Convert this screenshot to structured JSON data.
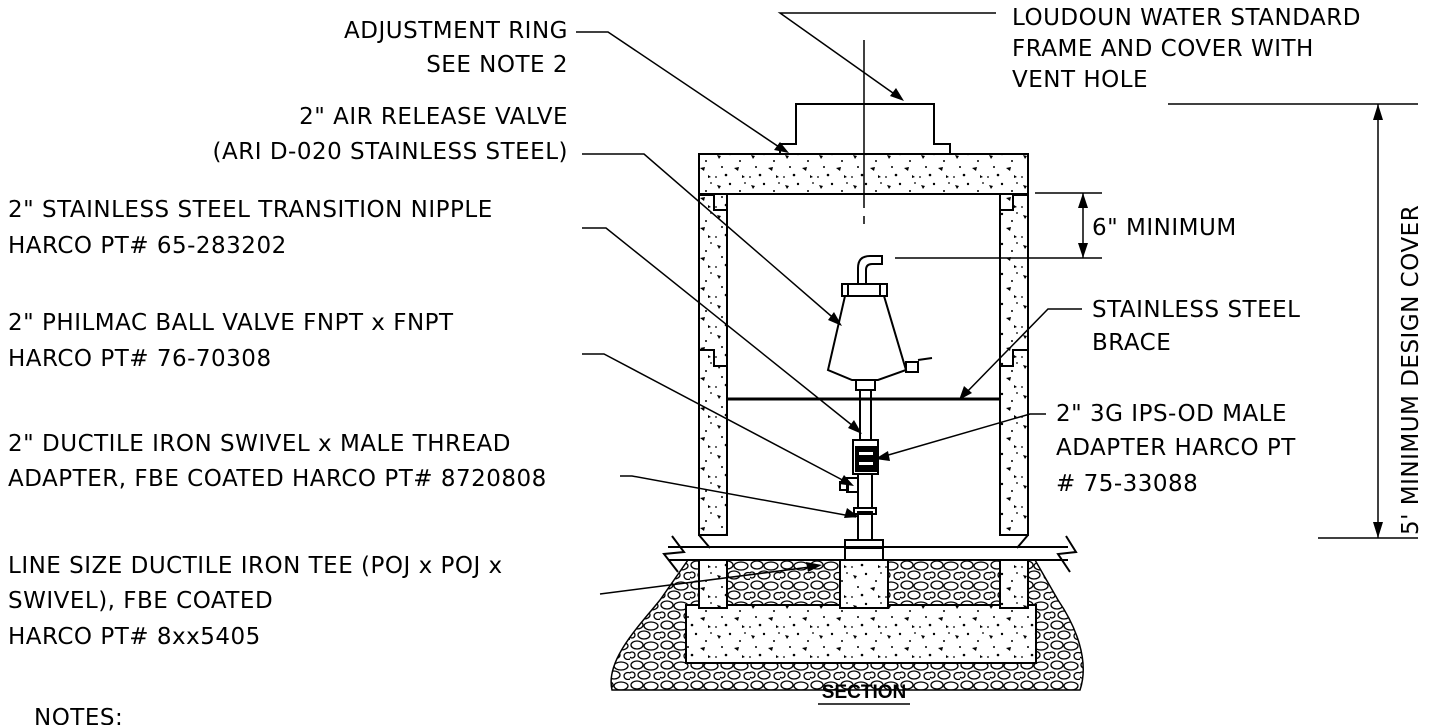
{
  "labels": {
    "adjustment_ring_1": "ADJUSTMENT RING",
    "adjustment_ring_2": "SEE NOTE 2",
    "arv_1": "2\" AIR RELEASE VALVE",
    "arv_2": "(ARI D-020 STAINLESS STEEL)",
    "nipple_1": "2\" STAINLESS STEEL TRANSITION NIPPLE",
    "nipple_2": "HARCO PT# 65-283202",
    "ball_valve_1": "2\" PHILMAC BALL VALVE FNPT x FNPT",
    "ball_valve_2": "HARCO PT# 76-70308",
    "swivel_1": "2\" DUCTILE IRON SWIVEL x MALE THREAD",
    "swivel_2": "ADAPTER, FBE COATED HARCO PT# 8720808",
    "tee_1": "LINE SIZE DUCTILE IRON TEE (POJ x POJ x",
    "tee_2": "SWIVEL), FBE COATED",
    "tee_3": "HARCO PT# 8xx5405",
    "frame_1": "LOUDOUN WATER STANDARD",
    "frame_2": "FRAME AND COVER WITH",
    "frame_3": "VENT HOLE",
    "six_min": "6\" MINIMUM",
    "brace_1": "STAINLESS STEEL",
    "brace_2": "BRACE",
    "adapter_1": "2\" 3G IPS-OD MALE",
    "adapter_2": "ADAPTER HARCO PT",
    "adapter_3": "# 75-33088",
    "design_cover": "5' MINIMUM DESIGN COVER",
    "notes": "NOTES:",
    "section": "SECTION"
  }
}
